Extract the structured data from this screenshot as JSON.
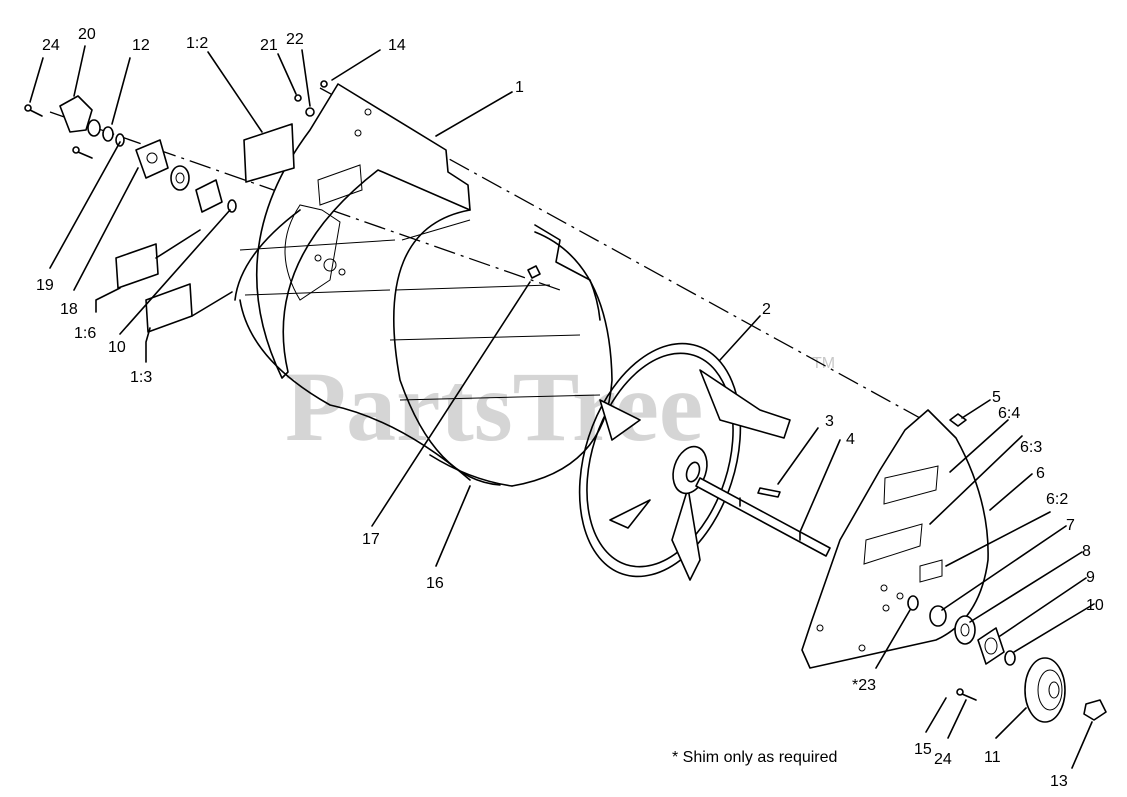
{
  "watermark": {
    "text": "PartsTree",
    "trademark": "TM"
  },
  "note": "* Shim only as required",
  "callouts": {
    "c24a": "24",
    "c20": "20",
    "c12": "12",
    "c1_2": "1:2",
    "c21": "21",
    "c22": "22",
    "c14": "14",
    "c1": "1",
    "c19": "19",
    "c18": "18",
    "c1_6": "1:6",
    "c10a": "10",
    "c1_3": "1:3",
    "c2": "2",
    "c3": "3",
    "c4": "4",
    "c5": "5",
    "c6_4": "6:4",
    "c6_3": "6:3",
    "c6": "6",
    "c6_2": "6:2",
    "c7": "7",
    "c8": "8",
    "c9": "9",
    "c10b": "10",
    "c17": "17",
    "c16": "16",
    "c23": "*23",
    "c15": "15",
    "c24b": "24",
    "c11": "11",
    "c13": "13"
  }
}
